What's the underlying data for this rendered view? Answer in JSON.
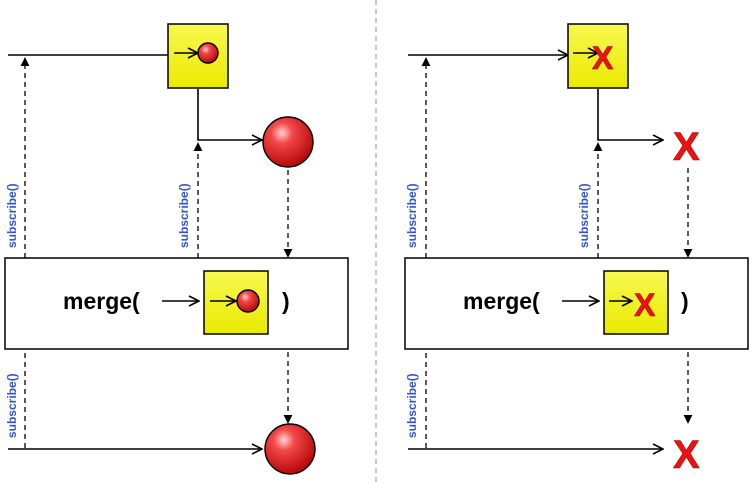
{
  "subscribe_label": "subscribe()",
  "error_glyph": "X",
  "colors": {
    "box_fill": "#f2f200",
    "marble": "#e81c1c",
    "error": "#ee1111",
    "label": "#2f55d4",
    "divider": "#b5b5b5"
  },
  "left_panel": {
    "operator_open": "merge(",
    "operator_close": ")"
  },
  "right_panel": {
    "operator_open": "merge(",
    "operator_close": ")"
  }
}
